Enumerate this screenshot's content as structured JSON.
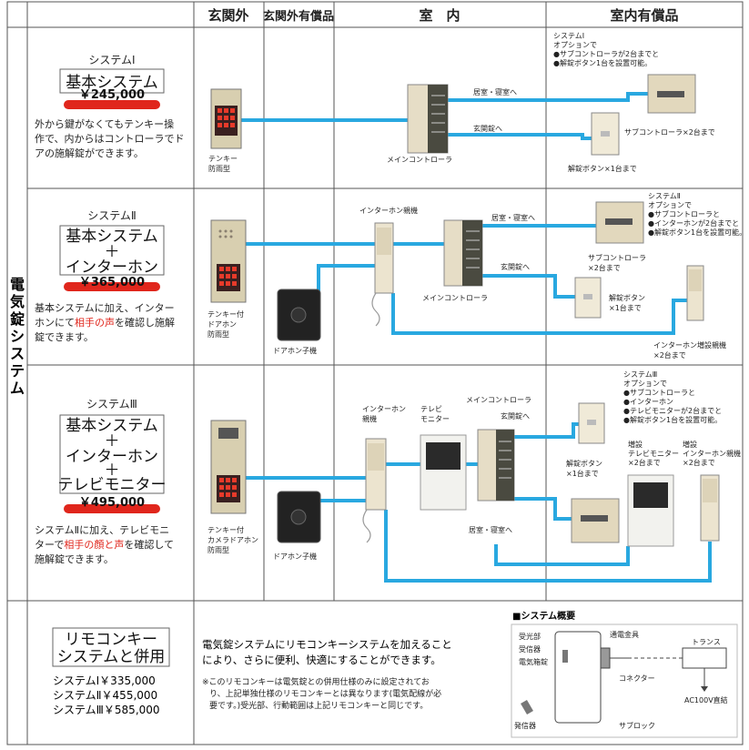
{
  "header": {
    "col1": "玄関外",
    "col2": "玄関外有償品",
    "col3": "室　内",
    "col4": "室内有償品"
  },
  "side_title": [
    "電",
    "気",
    "錠",
    "シ",
    "ス",
    "テ",
    "ム"
  ],
  "colors": {
    "cable": "#29a8e0",
    "price_bar": "#e0261c",
    "accent_text": "#e0261c"
  },
  "system1": {
    "name": "システムⅠ",
    "box": [
      "基本システム"
    ],
    "price": "￥245,000",
    "desc": [
      "外から鍵がなくてもテンキー操",
      "作で、内からはコントローラでド",
      "アの施解錠ができます。"
    ],
    "option_title": [
      "システムⅠ",
      "オプションで"
    ],
    "options": [
      "●サブコントローラが2台までと",
      "●解錠ボタン1台を設置可能。"
    ],
    "outdoor": [
      "テンキー",
      "防雨型"
    ],
    "main_controller": "メインコントローラ",
    "to_room": "居室・寝室へ",
    "to_entrance": "玄関錠へ",
    "sub_controller": "サブコントローラ×2台まで",
    "unlock_button": "解錠ボタン×1台まで"
  },
  "system2": {
    "name": "システムⅡ",
    "box": [
      "基本システム",
      "＋",
      "インターホン"
    ],
    "price": "￥365,000",
    "desc_pre": [
      "基本システムに加え、インター",
      "ホンにて"
    ],
    "desc_hl": "相手の声",
    "desc_post": [
      "を確認し施解",
      "錠できます。"
    ],
    "option_title": [
      "システムⅡ",
      "オプションで"
    ],
    "options": [
      "●サブコントローラと",
      "●インターホンが2台までと",
      "●解錠ボタン1台を設置可能。"
    ],
    "outdoor": [
      "テンキー付",
      "ドアホン",
      "防雨型"
    ],
    "door_unit": "ドアホン子機",
    "intercom_master": "インターホン親機",
    "main_controller": "メインコントローラ",
    "to_room": "居室・寝室へ",
    "to_entrance": "玄関錠へ",
    "sub_controller": [
      "サブコントローラ",
      "×2台まで"
    ],
    "unlock_button": [
      "解錠ボタン",
      "×1台まで"
    ],
    "extra_intercom": [
      "インターホン増設親機",
      "×2台まで"
    ]
  },
  "system3": {
    "name": "システムⅢ",
    "box": [
      "基本システム",
      "＋",
      "インターホン",
      "＋",
      "テレビモニター"
    ],
    "price": "￥495,000",
    "desc_pre": [
      "システムⅡに加え、テレビモニ",
      "ターで"
    ],
    "desc_hl": "相手の顔と声",
    "desc_post": [
      "を確認して",
      "施解錠できます。"
    ],
    "option_title": [
      "システムⅢ",
      "オプションで"
    ],
    "options": [
      "●サブコントローラと",
      "●インターホン",
      "●テレビモニターが2台までと",
      "●解錠ボタン1台を設置可能。"
    ],
    "outdoor": [
      "テンキー付",
      "カメラドアホン",
      "防雨型"
    ],
    "door_unit": "ドアホン子機",
    "intercom_master": [
      "インターホン",
      "親機"
    ],
    "tv_monitor": [
      "テレビ",
      "モニター"
    ],
    "main_controller": "メインコントローラ",
    "to_entrance": "玄関錠へ",
    "to_room": "居室・寝室へ",
    "unlock_button": [
      "解錠ボタン",
      "×1台まで"
    ],
    "extra_tv": [
      "増設",
      "テレビモニター",
      "×2台まで"
    ],
    "extra_intercom": [
      "増設",
      "インターホン親機",
      "×2台まで"
    ]
  },
  "remote": {
    "box": [
      "リモコンキー",
      "システムと併用"
    ],
    "prices": [
      "システムⅠ￥335,000",
      "システムⅡ￥455,000",
      "システムⅢ￥585,000"
    ],
    "main_text": [
      "電気錠システムにリモコンキーシステムを加えること",
      "により、さらに便利、快適にすることができます。"
    ],
    "note": [
      "※このリモコンキーは電気錠との併用仕様のみに設定されてお",
      "り、上記単独仕様のリモコンキーとは異なります(電気配線が必",
      "要です。)受光部、行動範囲は上記リモコンキーと同じです。"
    ],
    "overview": {
      "title": "■システム概要",
      "receiver_part": "受光部",
      "receiver": "受信器",
      "electric_lock": "電気箱錠",
      "transmitter": "発信器",
      "power_hinge": "通電金具",
      "connector": "コネクター",
      "sublock": "サブロック",
      "trans": "トランス",
      "ac_label": "AC100V直結"
    }
  }
}
